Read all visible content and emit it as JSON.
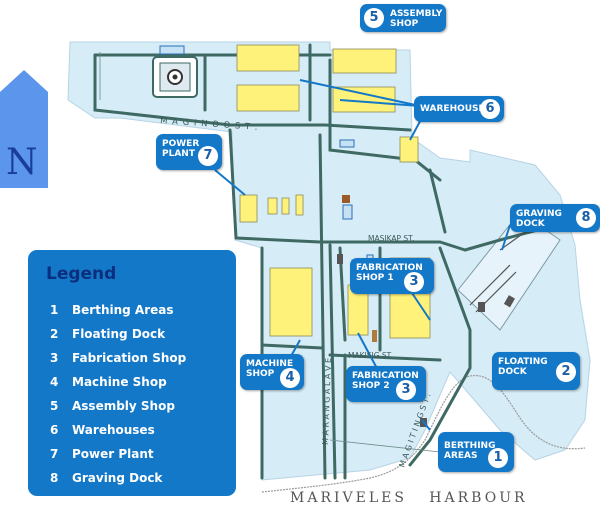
{
  "compass": {
    "letter": "N",
    "icon": "north-arrow-icon"
  },
  "streets": {
    "maginoo": "M A G I N O O   S T .",
    "masikap": "MASIKAP ST.",
    "makisig": "MAKISIG ST.",
    "marangal": "M A R A N G A L   A V E .",
    "magiting": "M A G I T I N G   S T ."
  },
  "harbour": "MARIVELES   HARBOUR",
  "callouts": [
    {
      "id": "assembly",
      "number": "5",
      "text": "ASSEMBLY\nSHOP"
    },
    {
      "id": "warehouse",
      "number": "6",
      "text": "WAREHOUSE"
    },
    {
      "id": "power",
      "number": "7",
      "text": "POWER\nPLANT"
    },
    {
      "id": "graving",
      "number": "8",
      "text": "GRAVING\nDOCK"
    },
    {
      "id": "fab1",
      "number": "3",
      "text": "FABRICATION\nSHOP 1"
    },
    {
      "id": "machine",
      "number": "4",
      "text": "MACHINE\nSHOP"
    },
    {
      "id": "fab2",
      "number": "3",
      "text": "FABRICATION\nSHOP 2"
    },
    {
      "id": "floating",
      "number": "2",
      "text": "FLOATING\nDOCK"
    },
    {
      "id": "berthing",
      "number": "1",
      "text": "BERTHING\nAREAS"
    }
  ],
  "legend": {
    "title": "Legend",
    "items": [
      {
        "n": "1",
        "label": "Berthing Areas"
      },
      {
        "n": "2",
        "label": "Floating Dock"
      },
      {
        "n": "3",
        "label": "Fabrication Shop"
      },
      {
        "n": "4",
        "label": "Machine Shop"
      },
      {
        "n": "5",
        "label": "Assembly Shop"
      },
      {
        "n": "6",
        "label": "Warehouses"
      },
      {
        "n": "7",
        "label": "Power Plant"
      },
      {
        "n": "8",
        "label": "Graving Dock"
      }
    ]
  },
  "colors": {
    "land": "#d6ecf7",
    "road": "#3f6a64",
    "building": "#fff27a",
    "callout": "#1478c8",
    "legend_title": "#0b2f7e"
  }
}
